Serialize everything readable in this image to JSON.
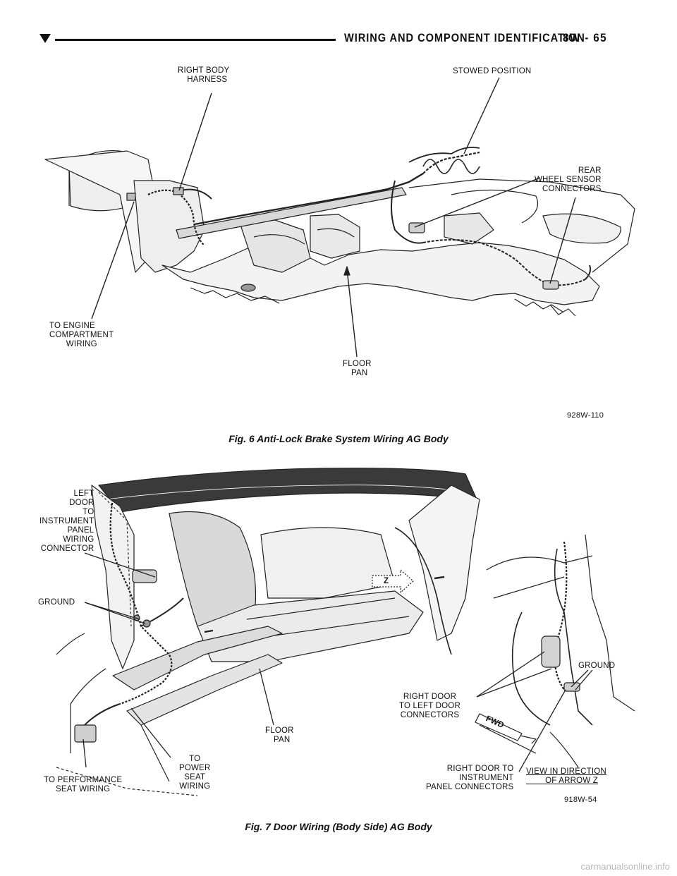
{
  "header": {
    "title": "WIRING AND COMPONENT IDENTIFICATION",
    "page": "8W - 65"
  },
  "figure6": {
    "labels": {
      "right_body_harness": "RIGHT BODY\n   HARNESS",
      "stowed_position": "STOWED POSITION",
      "rear_wheel_sensor": "         REAR\nWHEEL SENSOR\n  CONNECTORS",
      "to_engine_compartment": "TO ENGINE\nCOMPARTMENT\n       WIRING",
      "floor_pan": "FLOOR\n  PAN"
    },
    "code": "928W-110",
    "caption": "Fig. 6 Anti-Lock Brake System Wiring AG Body"
  },
  "figure7": {
    "labels": {
      "left_door": "LEFT\nDOOR\nTO\nINSTRUMENT\nPANEL\nWIRING\nCONNECTOR",
      "ground_left": "GROUND",
      "ground_right": "GROUND",
      "right_door_left": "RIGHT DOOR\nTO LEFT DOOR\nCONNECTORS",
      "floor_pan": "FLOOR\n  PAN",
      "to_power_seat": "TO\nPOWER\nSEAT\nWIRING",
      "to_performance": "TO PERFORMANCE\n     SEAT WIRING",
      "right_door_instrument": "RIGHT DOOR TO\n    INSTRUMENT\nPANEL CONNECTORS",
      "view_direction": "VIEW IN DIRECTION\n        OF ARROW Z",
      "arrow_z": "Z",
      "fwd": "FWD"
    },
    "code": "918W-54",
    "caption": "Fig. 7 Door Wiring (Body Side) AG Body"
  },
  "watermark": "carmanualsonline.info"
}
